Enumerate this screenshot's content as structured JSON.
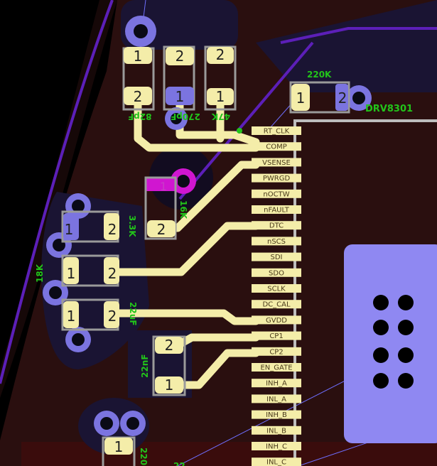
{
  "colors": {
    "background": "#000000",
    "board_fill": "#2a0f0f",
    "board_fill_dark": "#160808",
    "copper_pour": "#1a1433",
    "trace": "#f4eda9",
    "pad": "#f4eda9",
    "via_ring": "#7b74e0",
    "via_hole": "#0a0a16",
    "magenta": "#d016d0",
    "outline_purple": "#5c1fb8",
    "silk_green": "#22c41a",
    "component_outline": "#9a9a9a",
    "ic_outline": "#bdbdbd",
    "thermal_pad": "#8f88f2",
    "ratsnest": "#6f6fff"
  },
  "ic": {
    "designator": "DRV8301",
    "pins": [
      "RT_CLK",
      "COMP",
      "VSENSE",
      "PWRGD",
      "nOCTW",
      "nFAULT",
      "DTC",
      "nSCS",
      "SDI",
      "SDO",
      "SCLK",
      "DC_CAL",
      "GVDD",
      "CP1",
      "CP2",
      "EN_GATE",
      "INH_A",
      "INL_A",
      "INH_B",
      "INL_B",
      "INH_C",
      "INL_C"
    ]
  },
  "parts": {
    "top_cap_1": {
      "value": "82pF",
      "pin1": "1",
      "pin2": "2"
    },
    "top_cap_2": {
      "value": "270pF",
      "pin1": "1",
      "pin2": "2"
    },
    "top_res": {
      "value": "47K",
      "pin1": "1",
      "pin2": "2"
    },
    "res_220k": {
      "value": "220K",
      "pin1": "1",
      "pin2": "2"
    },
    "res_16k": {
      "value": "16K",
      "pin1": "1",
      "pin2": "2"
    },
    "res_33k": {
      "value": "3.3K",
      "pin1": "1",
      "pin2": "2"
    },
    "res_18k": {
      "value": "18K",
      "pin1": "1",
      "pin2": "2"
    },
    "cap_22uf": {
      "value": "22uF",
      "pin1": "1",
      "pin2": "2"
    },
    "cap_22nf": {
      "value": "22nF",
      "pin1": "1",
      "pin2": "2"
    },
    "bottom_part": {
      "value": "220",
      "pin1": "1"
    },
    "bottom_partial_label": "22"
  }
}
